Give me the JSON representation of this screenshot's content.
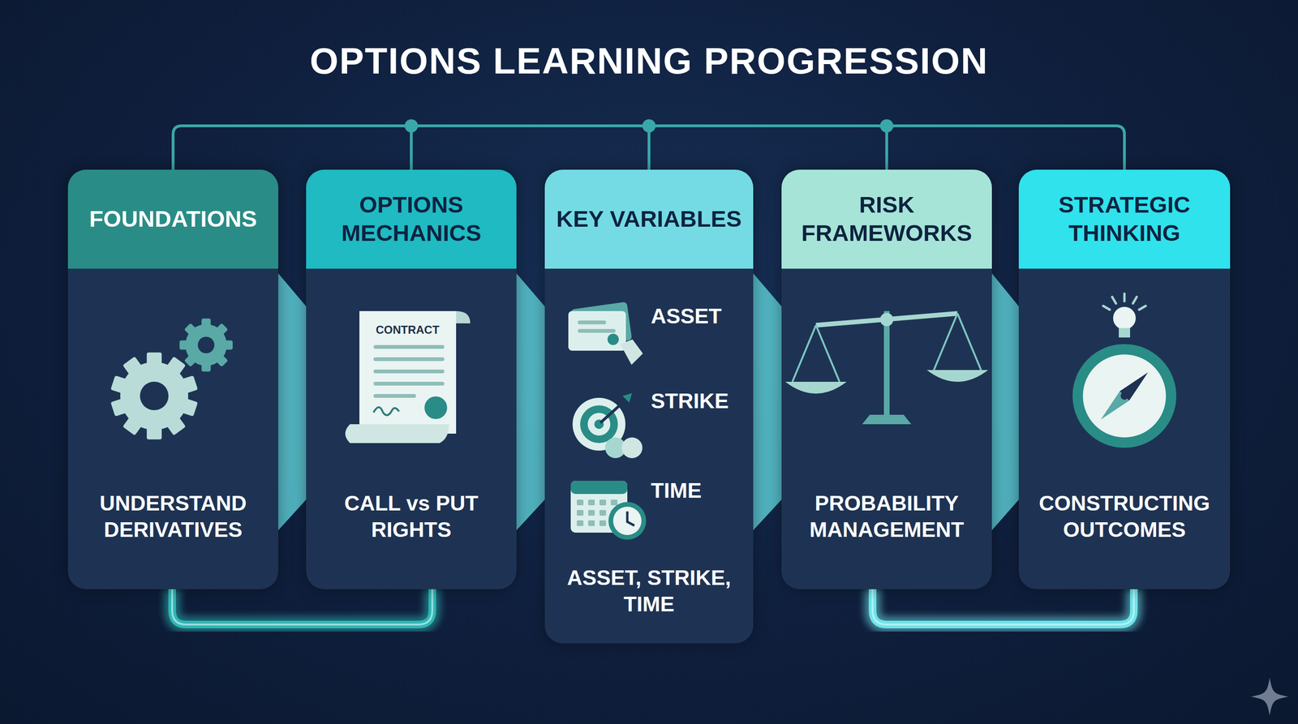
{
  "diagram": {
    "title": "OPTIONS LEARNING PROGRESSION",
    "nodes": [
      {
        "text": [
          "FOUNDATIONS",
          "UNDERSTAND DERIVATIVES"
        ]
      },
      {
        "text": [
          "OPTIONS MECHANICS",
          "CALL vs PUT RIGHTS"
        ]
      },
      {
        "text": [
          "KEY VARIABLES",
          "ASSET",
          "STRIKE",
          "TIME",
          "ASSET, STRIKE, TIME"
        ]
      },
      {
        "text": [
          "RISK FRAMEWORKS",
          "PROBABILITY MANAGEMENT"
        ]
      },
      {
        "text": [
          "STRATEGIC THINKING",
          "CONSTRUCTING OUTCOMES"
        ]
      }
    ],
    "edges": [
      {
        "from": 0,
        "to": 1,
        "arrow": "none"
      },
      {
        "from": 1,
        "to": 2,
        "arrow": "none"
      },
      {
        "from": 2,
        "to": 3,
        "arrow": "none"
      },
      {
        "from": 3,
        "to": 4,
        "arrow": "none"
      },
      {
        "from": 0,
        "to": 1,
        "arrow": "none"
      },
      {
        "from": 3,
        "to": 4,
        "arrow": "none"
      }
    ],
    "labels": [
      "CONTRACT"
    ]
  }
}
